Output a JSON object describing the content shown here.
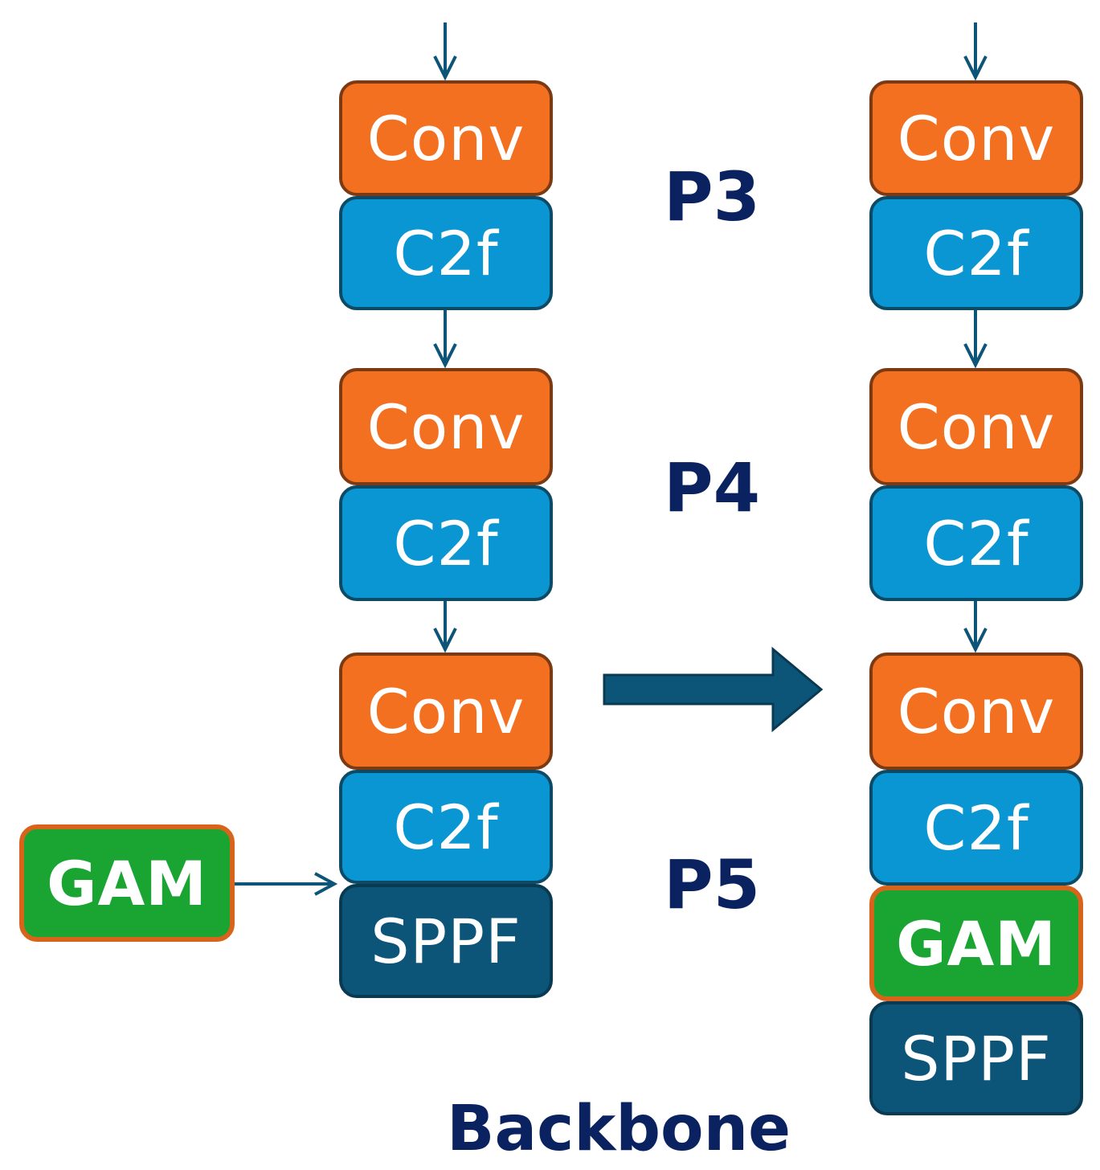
{
  "left_column": {
    "blocks": {
      "conv_p3": "Conv",
      "c2f_p3": "C2f",
      "conv_p4": "Conv",
      "c2f_p4": "C2f",
      "conv_p5": "Conv",
      "c2f_p5": "C2f",
      "sppf": "SPPF"
    },
    "gam_input": "GAM"
  },
  "stage_labels": {
    "p3": "P3",
    "p4": "P4",
    "p5": "P5"
  },
  "right_column": {
    "blocks": {
      "conv_p3": "Conv",
      "c2f_p3": "C2f",
      "conv_p4": "Conv",
      "c2f_p4": "C2f",
      "conv_p5": "Conv",
      "c2f_p5": "C2f",
      "gam": "GAM",
      "sppf": "SPPF"
    }
  },
  "caption": "Backbone",
  "colors": {
    "conv": "#f37021",
    "c2f": "#0a96d2",
    "sppf": "#0c5578",
    "gam": "#1aa533",
    "arrow": "#0c5578",
    "label": "#0a2260"
  }
}
